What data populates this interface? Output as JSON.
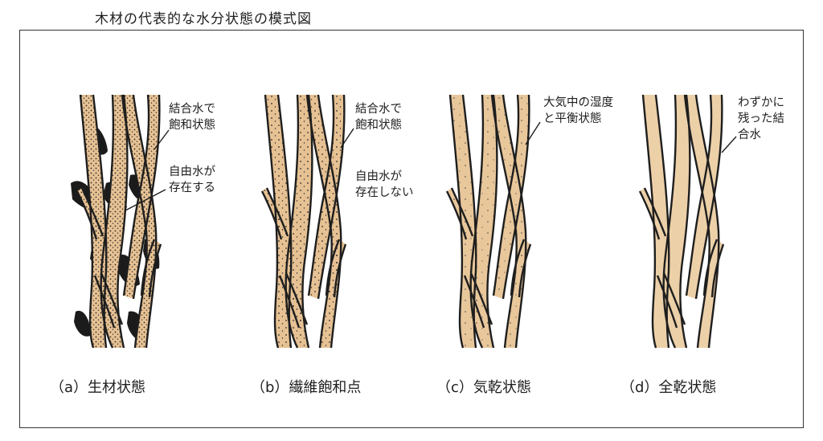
{
  "title": "木材の代表的な水分状態の模式図",
  "colors": {
    "cell_fill": "#e8c79b",
    "cell_wall": "#202020",
    "free_water": "#1b1b1b",
    "frame": "#333333"
  },
  "panels": [
    {
      "label": "（a）生材状態",
      "annotations": [
        "結合水で\n飽和状態",
        "自由水が\n存在する"
      ]
    },
    {
      "label": "（b）繊維飽和点",
      "annotations": [
        "結合水で\n飽和状態",
        "自由水が\n存在しない"
      ]
    },
    {
      "label": "（c）気乾状態",
      "annotations": [
        "大気中の湿度\nと平衡状態"
      ]
    },
    {
      "label": "（d）全乾状態",
      "annotations": [
        "わずかに\n残った結\n合水"
      ]
    }
  ]
}
